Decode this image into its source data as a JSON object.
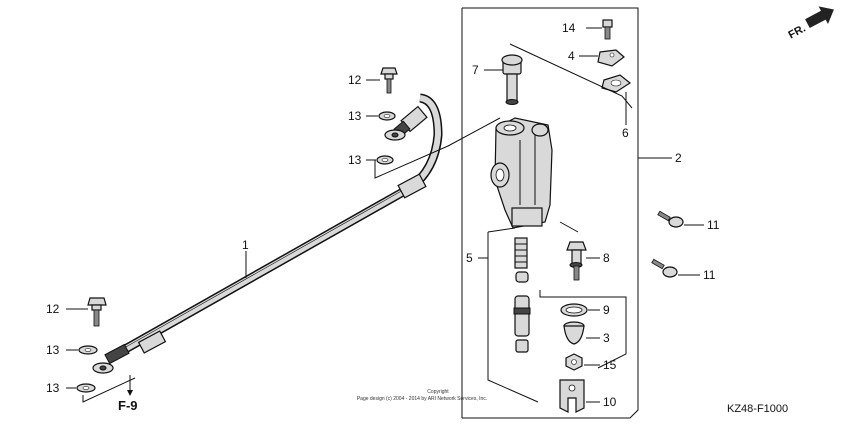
{
  "diagram": {
    "callouts": {
      "c1": "1",
      "c2": "2",
      "c3": "3",
      "c4": "4",
      "c5": "5",
      "c6": "6",
      "c7": "7",
      "c8": "8",
      "c9": "9",
      "c10": "10",
      "c11a": "11",
      "c11b": "11",
      "c12a": "12",
      "c12b": "12",
      "c13a": "13",
      "c13b": "13",
      "c13c": "13",
      "c13d": "13",
      "c14": "14",
      "c15": "15"
    },
    "fr_label": "FR.",
    "figure_ref": "F-9",
    "copyright_line1": "Copyright",
    "copyright_line2": "Page design (c) 2004 - 2014 by ARI Network Services, Inc.",
    "diagram_code": "KZ48-F1000"
  }
}
